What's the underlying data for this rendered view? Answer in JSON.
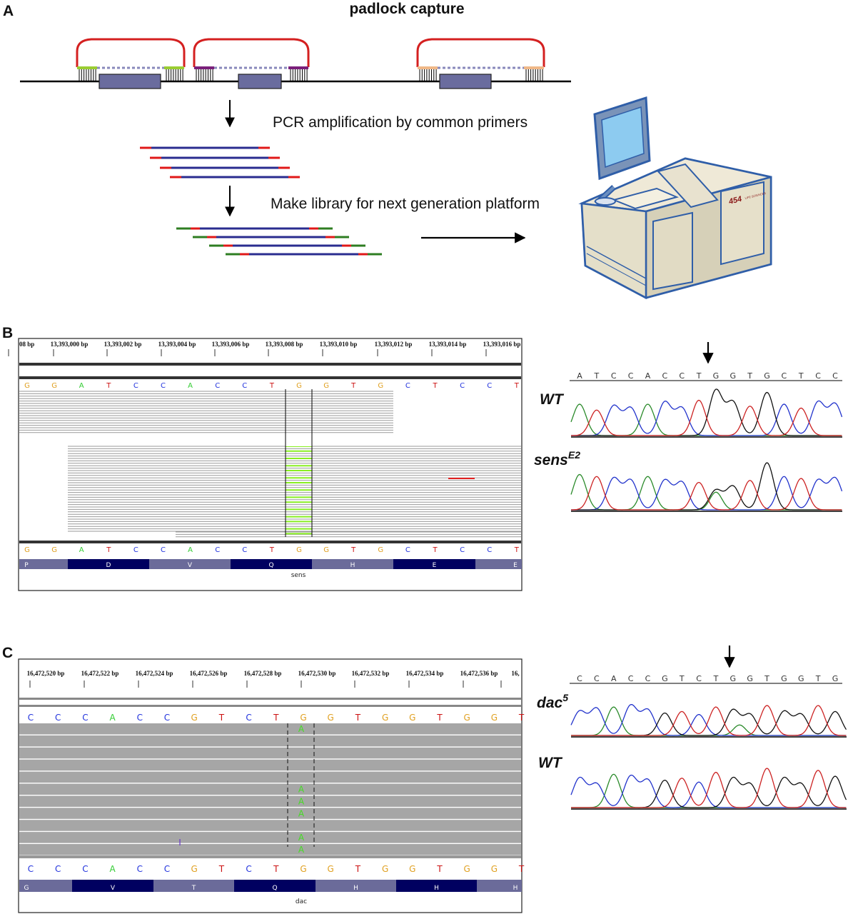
{
  "panelA": {
    "label": "A",
    "title": "padlock capture",
    "step1": "PCR amplification by common primers",
    "step2": "Make library for next generation platform",
    "machine_brand": "454",
    "machine_brand_sub": "LIFE SCIENCES",
    "colors": {
      "probe_arc": "#d42020",
      "exon": "#6a6c9e",
      "amplicon": "#2a2c8f",
      "primer": "#e01818",
      "adapter": "#2e7d22"
    }
  },
  "panelB": {
    "label": "B",
    "ruler": [
      "08 bp",
      "13,393,000 bp",
      "13,393,002 bp",
      "13,393,004 bp",
      "13,393,006 bp",
      "13,393,008 bp",
      "13,393,010 bp",
      "13,393,012 bp",
      "13,393,014 bp",
      "13,393,016 bp"
    ],
    "bases": [
      "G",
      "G",
      "A",
      "T",
      "C",
      "C",
      "A",
      "C",
      "C",
      "T",
      "G",
      "G",
      "T",
      "G",
      "C",
      "T",
      "C",
      "C",
      "T"
    ],
    "amino_acids": [
      "P",
      "D",
      "V",
      "Q",
      "H",
      "E",
      "E"
    ],
    "gene": "sens",
    "chromatogram_sequence": [
      "A",
      "T",
      "C",
      "C",
      "A",
      "C",
      "C",
      "T",
      "G",
      "G",
      "T",
      "G",
      "C",
      "T",
      "C",
      "C"
    ],
    "trace_top_label": "WT",
    "trace_bottom_label_main": "sens",
    "trace_bottom_label_sup": "E2"
  },
  "panelC": {
    "label": "C",
    "ruler": [
      "16,472,520 bp",
      "16,472,522 bp",
      "16,472,524 bp",
      "16,472,526 bp",
      "16,472,528 bp",
      "16,472,530 bp",
      "16,472,532 bp",
      "16,472,534 bp",
      "16,472,536 bp",
      "16,"
    ],
    "bases": [
      "C",
      "C",
      "C",
      "A",
      "C",
      "C",
      "G",
      "T",
      "C",
      "T",
      "G",
      "G",
      "T",
      "G",
      "G",
      "T",
      "G",
      "G",
      "T"
    ],
    "amino_acids": [
      "G",
      "V",
      "T",
      "Q",
      "H",
      "H",
      "H"
    ],
    "gene": "dac",
    "read_mismatch": "A",
    "insertion_mark": "I",
    "chromatogram_sequence": [
      "C",
      "C",
      "A",
      "C",
      "C",
      "G",
      "T",
      "C",
      "T",
      "G",
      "G",
      "T",
      "G",
      "G",
      "T",
      "G"
    ],
    "trace_top_label_main": "dac",
    "trace_top_label_sup": "5",
    "trace_bottom_label": "WT"
  }
}
